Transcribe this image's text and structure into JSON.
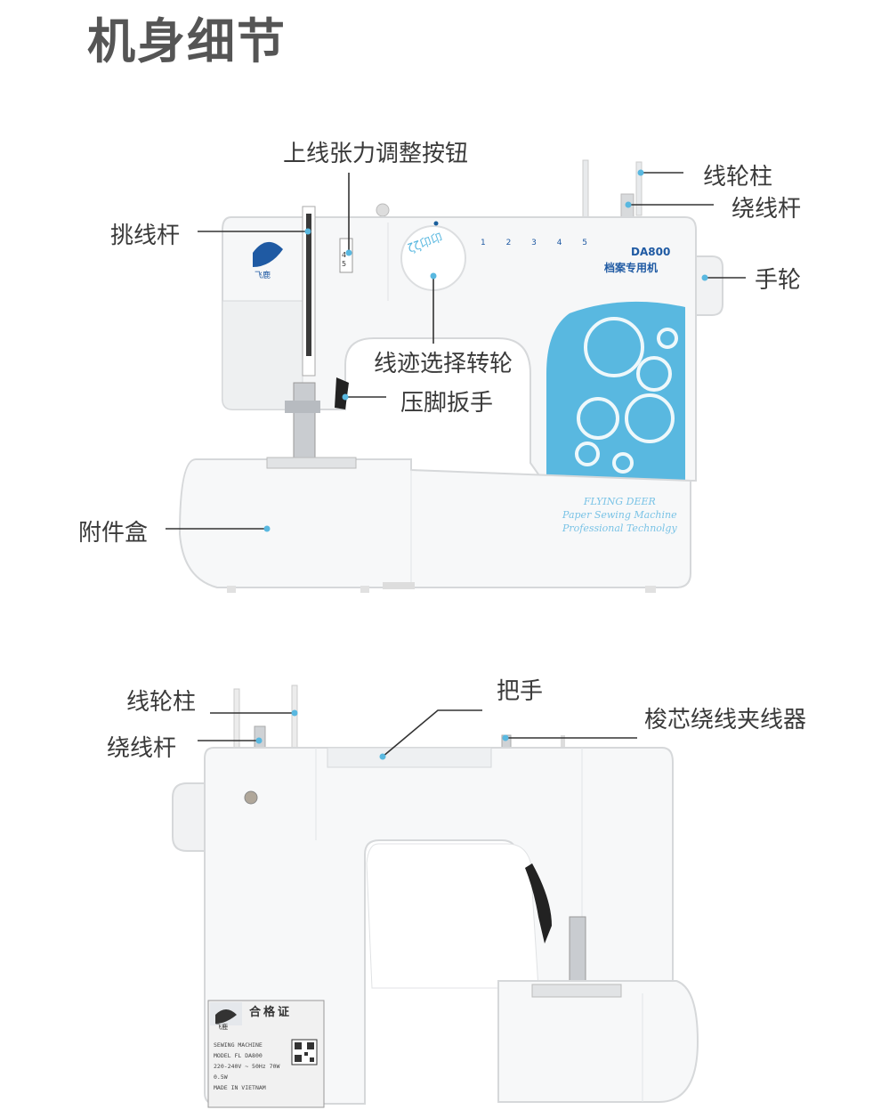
{
  "page_title": "机身细节",
  "machine_front": {
    "brand_logo_text": "飞鹿",
    "model": "DA800",
    "model_subtitle": "档案专用机",
    "stitch_numbers": [
      "1",
      "2",
      "3",
      "4",
      "5"
    ],
    "tension_numbers": [
      "4",
      "5"
    ],
    "decal_lines": [
      "FLYING DEER",
      "Paper Sewing Machine",
      "Professional Technolgy"
    ]
  },
  "machine_back": {
    "certificate_title": "合格证",
    "logo_text": "飞鹿",
    "cert_lines": [
      "SEWING MACHINE",
      "MODEL  FL DA800",
      "220-240V ~ 50Hz 70W",
      "0.5W",
      "MADE IN VIETNAM"
    ]
  },
  "callouts": {
    "tension_button": "上线张力调整按钮",
    "spool_pin_front": "线轮柱",
    "bobbin_winder_front": "绕线杆",
    "take_up_lever": "挑线杆",
    "hand_wheel": "手轮",
    "stitch_dial": "线迹选择转轮",
    "presser_foot_lever": "压脚扳手",
    "accessory_box": "附件盒",
    "spool_pin_back": "线轮柱",
    "handle": "把手",
    "bobbin_winder_back": "绕线杆",
    "bobbin_clamp": "梭芯绕线夹线器"
  },
  "colors": {
    "accent": "#59b8e0",
    "line": "#333333",
    "body": "#f7f8f9"
  }
}
